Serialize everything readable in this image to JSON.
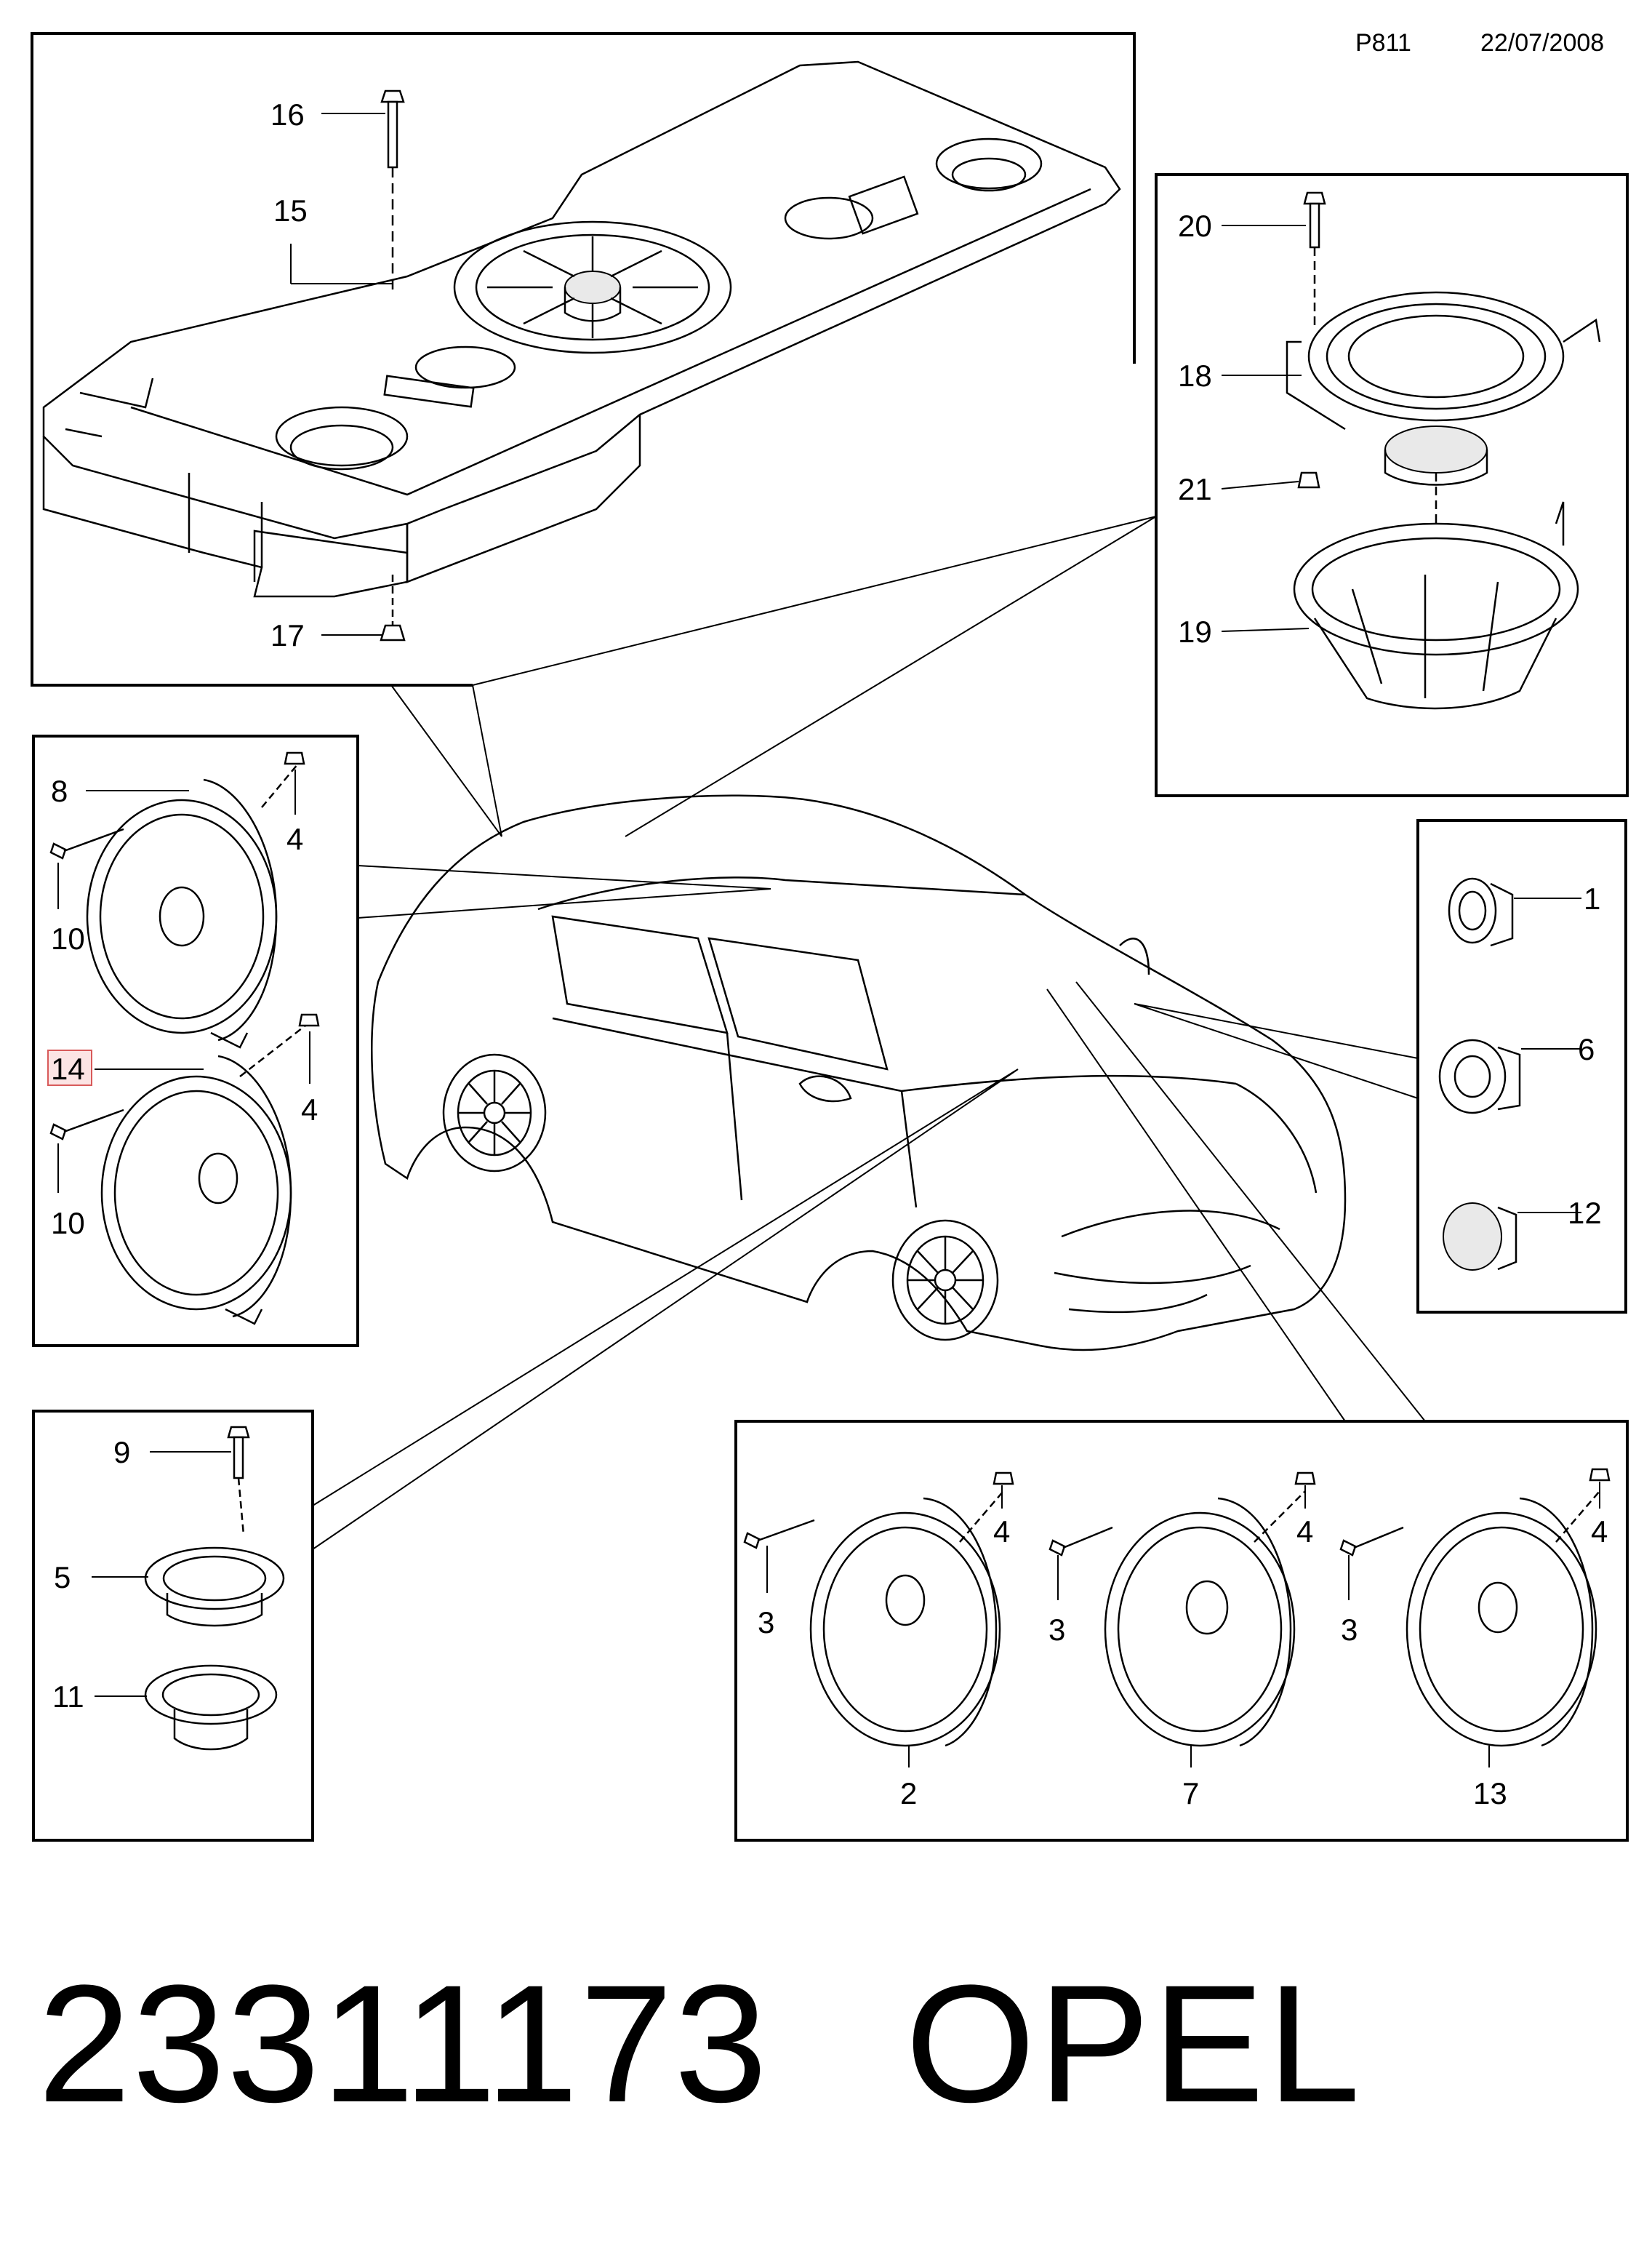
{
  "header": {
    "code": "P811",
    "date": "22/07/2008"
  },
  "footer": {
    "part_number": "23311173",
    "brand": "OPEL"
  },
  "callouts": {
    "c1": "1",
    "c2": "2",
    "c3a": "3",
    "c3b": "3",
    "c3c": "3",
    "c4a": "4",
    "c4b": "4",
    "c4c": "4",
    "c4d": "4",
    "c4e": "4",
    "c5": "5",
    "c6": "6",
    "c7": "7",
    "c8": "8",
    "c9": "9",
    "c10a": "10",
    "c10b": "10",
    "c11": "11",
    "c12": "12",
    "c13": "13",
    "c14": "14",
    "c15": "15",
    "c16": "16",
    "c17": "17",
    "c18": "18",
    "c19": "19",
    "c20": "20",
    "c21": "21"
  },
  "highlighted_callout": "14"
}
